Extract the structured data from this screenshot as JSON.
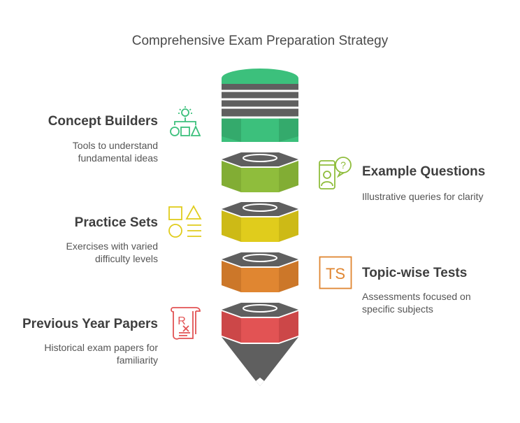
{
  "title": "Comprehensive Exam Preparation Strategy",
  "colors": {
    "green": "#3cc07c",
    "lime": "#8fbd3c",
    "yellow": "#e0cc1c",
    "orange": "#e08631",
    "red": "#e25354",
    "gray": "#5f5f5f",
    "icon_green": "#3cc07c",
    "icon_yellow": "#e0cc1c",
    "icon_orange": "#e08631",
    "icon_red": "#e25354"
  },
  "items": [
    {
      "heading": "Concept Builders",
      "description_line1": "Tools to understand",
      "description_line2": "fundamental ideas",
      "icon": "idea-shapes-icon"
    },
    {
      "heading": "Example Questions",
      "description_line1": "Illustrative queries for clarity",
      "description_line2": "",
      "icon": "phone-question-icon"
    },
    {
      "heading": "Practice Sets",
      "description_line1": "Exercises with varied",
      "description_line2": "difficulty levels",
      "icon": "shapes-list-icon"
    },
    {
      "heading": "Topic-wise Tests",
      "description_line1": "Assessments focused on",
      "description_line2": "specific subjects",
      "icon": "ts-icon"
    },
    {
      "heading": "Previous Year Papers",
      "description_line1": "Historical exam papers for",
      "description_line2": "familiarity",
      "icon": "rx-scroll-icon"
    }
  ],
  "icon_text": {
    "ts": "TS",
    "rx": "R"
  }
}
